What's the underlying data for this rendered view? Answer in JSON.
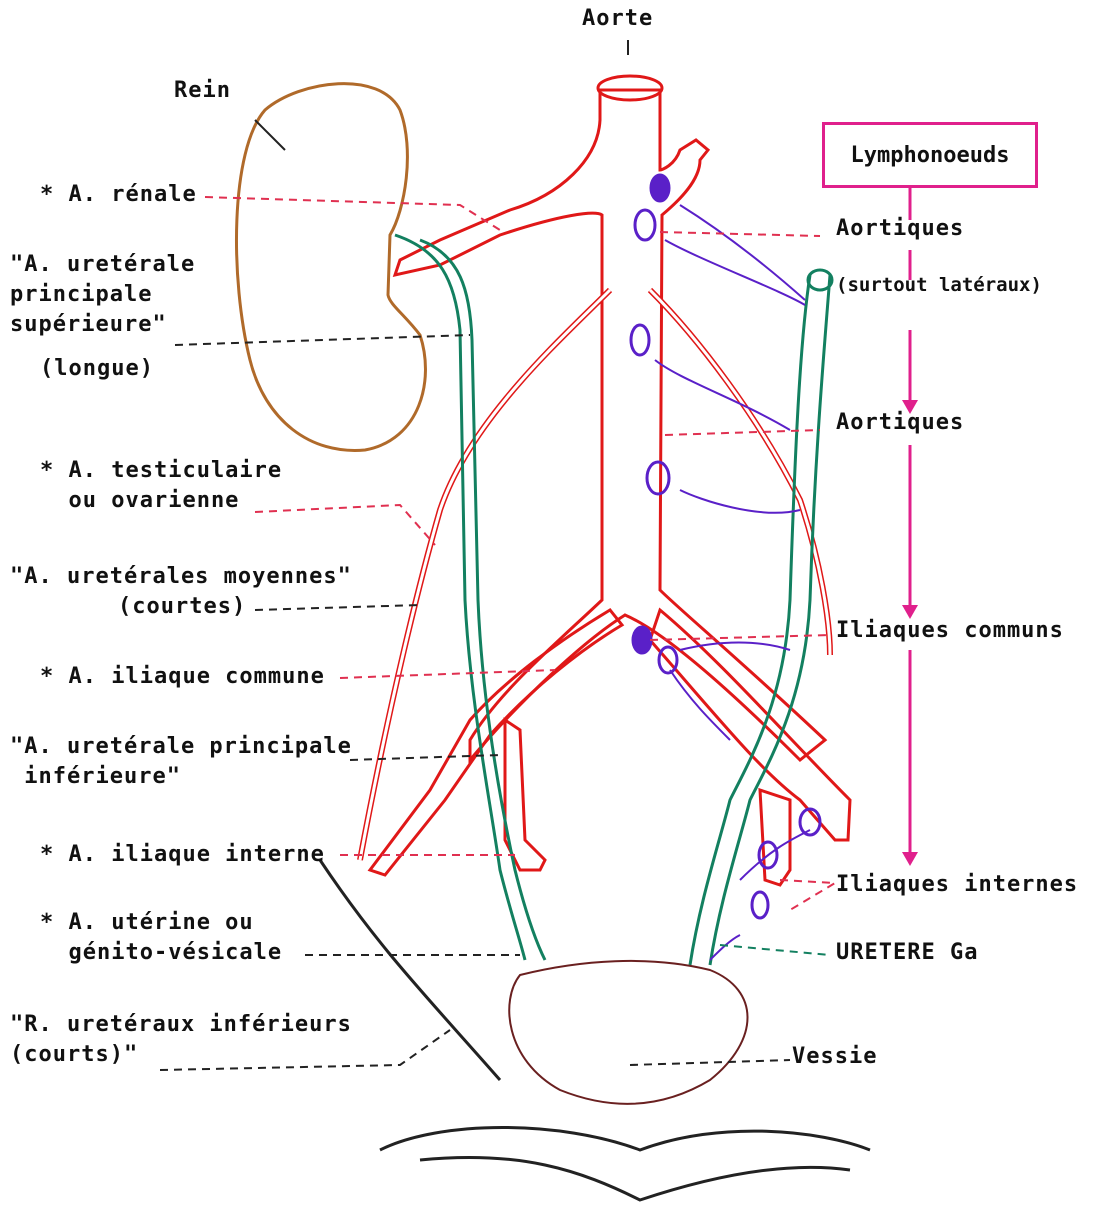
{
  "labels": {
    "aorte": "Aorte",
    "rein": "Rein",
    "a_renale": "* A. rénale",
    "a_ureterale_sup": "\"A. uretérale\nprincipale\nsupérieure\"",
    "longue": "(longue)",
    "a_testiculaire": "* A. testiculaire\n  ou ovarienne",
    "a_ureterales_moyennes": "\"A. uretérales moyennes\"",
    "courtes": "(courtes)",
    "a_iliaque_commune": "* A. iliaque commune",
    "a_ureterale_inf": "\"A. uretérale principale\n inférieure\"",
    "a_iliaque_interne": "* A. iliaque interne",
    "a_uterine": "* A. utérine ou\n  génito-vésicale",
    "r_ureteraux": "\"R. uretéraux inférieurs\n(courts)\"",
    "lymphonoeuds": "Lymphonoeuds",
    "aortiques_1": "Aortiques",
    "surtout_lateraux": "(surtout latéraux)",
    "aortiques_2": "Aortiques",
    "iliaques_communs": "Iliaques communs",
    "iliaques_internes": "Iliaques internes",
    "uretere_ga": "URETERE Ga",
    "vessie": "Vessie"
  },
  "colors": {
    "artery": "#e01818",
    "ureter": "#138060",
    "kidney": "#b06a2a",
    "lymph": "#5a20c8",
    "pink": "#e0208c",
    "dashed": "#e03050",
    "ink": "#222222",
    "bladder": "#6a2020"
  }
}
